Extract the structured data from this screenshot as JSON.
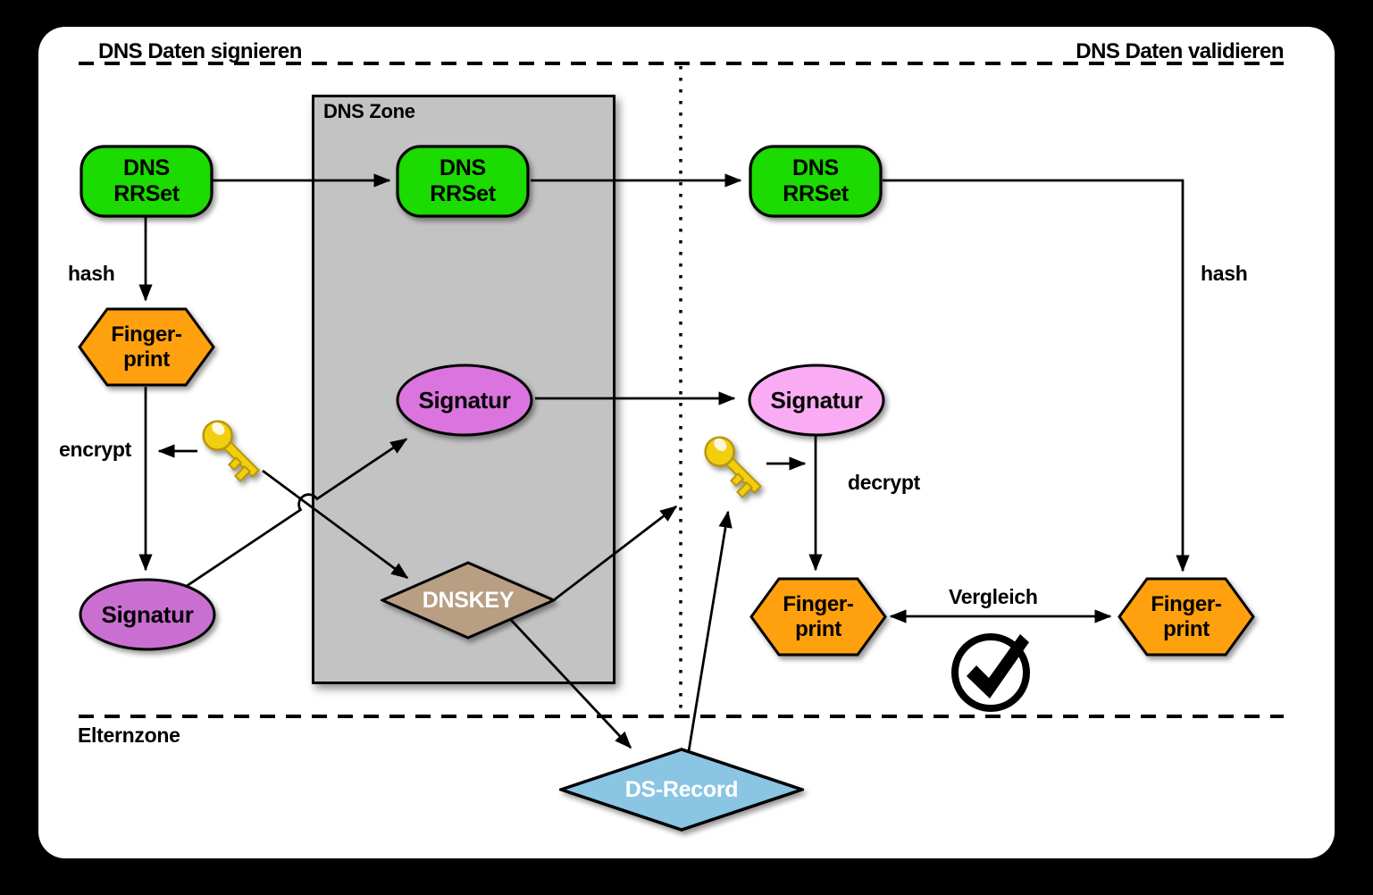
{
  "titles": {
    "sign": "DNS Daten signieren",
    "validate": "DNS Daten validieren"
  },
  "zones": {
    "dns_zone_label": "DNS Zone",
    "dns_zone_fill": "#C3C3C3",
    "parent_zone_label": "Elternzone"
  },
  "nodes": {
    "dns_rrset": {
      "line1": "DNS",
      "line2": "RRSet",
      "fill": "#1BDB00"
    },
    "fingerprint": {
      "line1": "Finger-",
      "line2": "print",
      "fill": "#FFA00F"
    },
    "signatur_left": {
      "label": "Signatur",
      "fill": "#CA6FD2"
    },
    "signatur_zone": {
      "label": "Signatur",
      "fill": "#DB74DE"
    },
    "signatur_right": {
      "label": "Signatur",
      "fill": "#F9ACF3"
    },
    "dnskey": {
      "label": "DNSKEY",
      "fill": "#B89E83"
    },
    "ds_record": {
      "label": "DS-Record",
      "fill": "#8AC5E3"
    }
  },
  "edge_labels": {
    "hash_left": "hash",
    "hash_right": "hash",
    "encrypt": "encrypt",
    "decrypt": "decrypt",
    "compare": "Vergleich"
  },
  "icons": {
    "key_color": "#F2CF0E",
    "key_outline": "#B8960B",
    "check_color": "#000000"
  },
  "canvas": {
    "background": "#000000",
    "panel": "#FFFFFF"
  }
}
